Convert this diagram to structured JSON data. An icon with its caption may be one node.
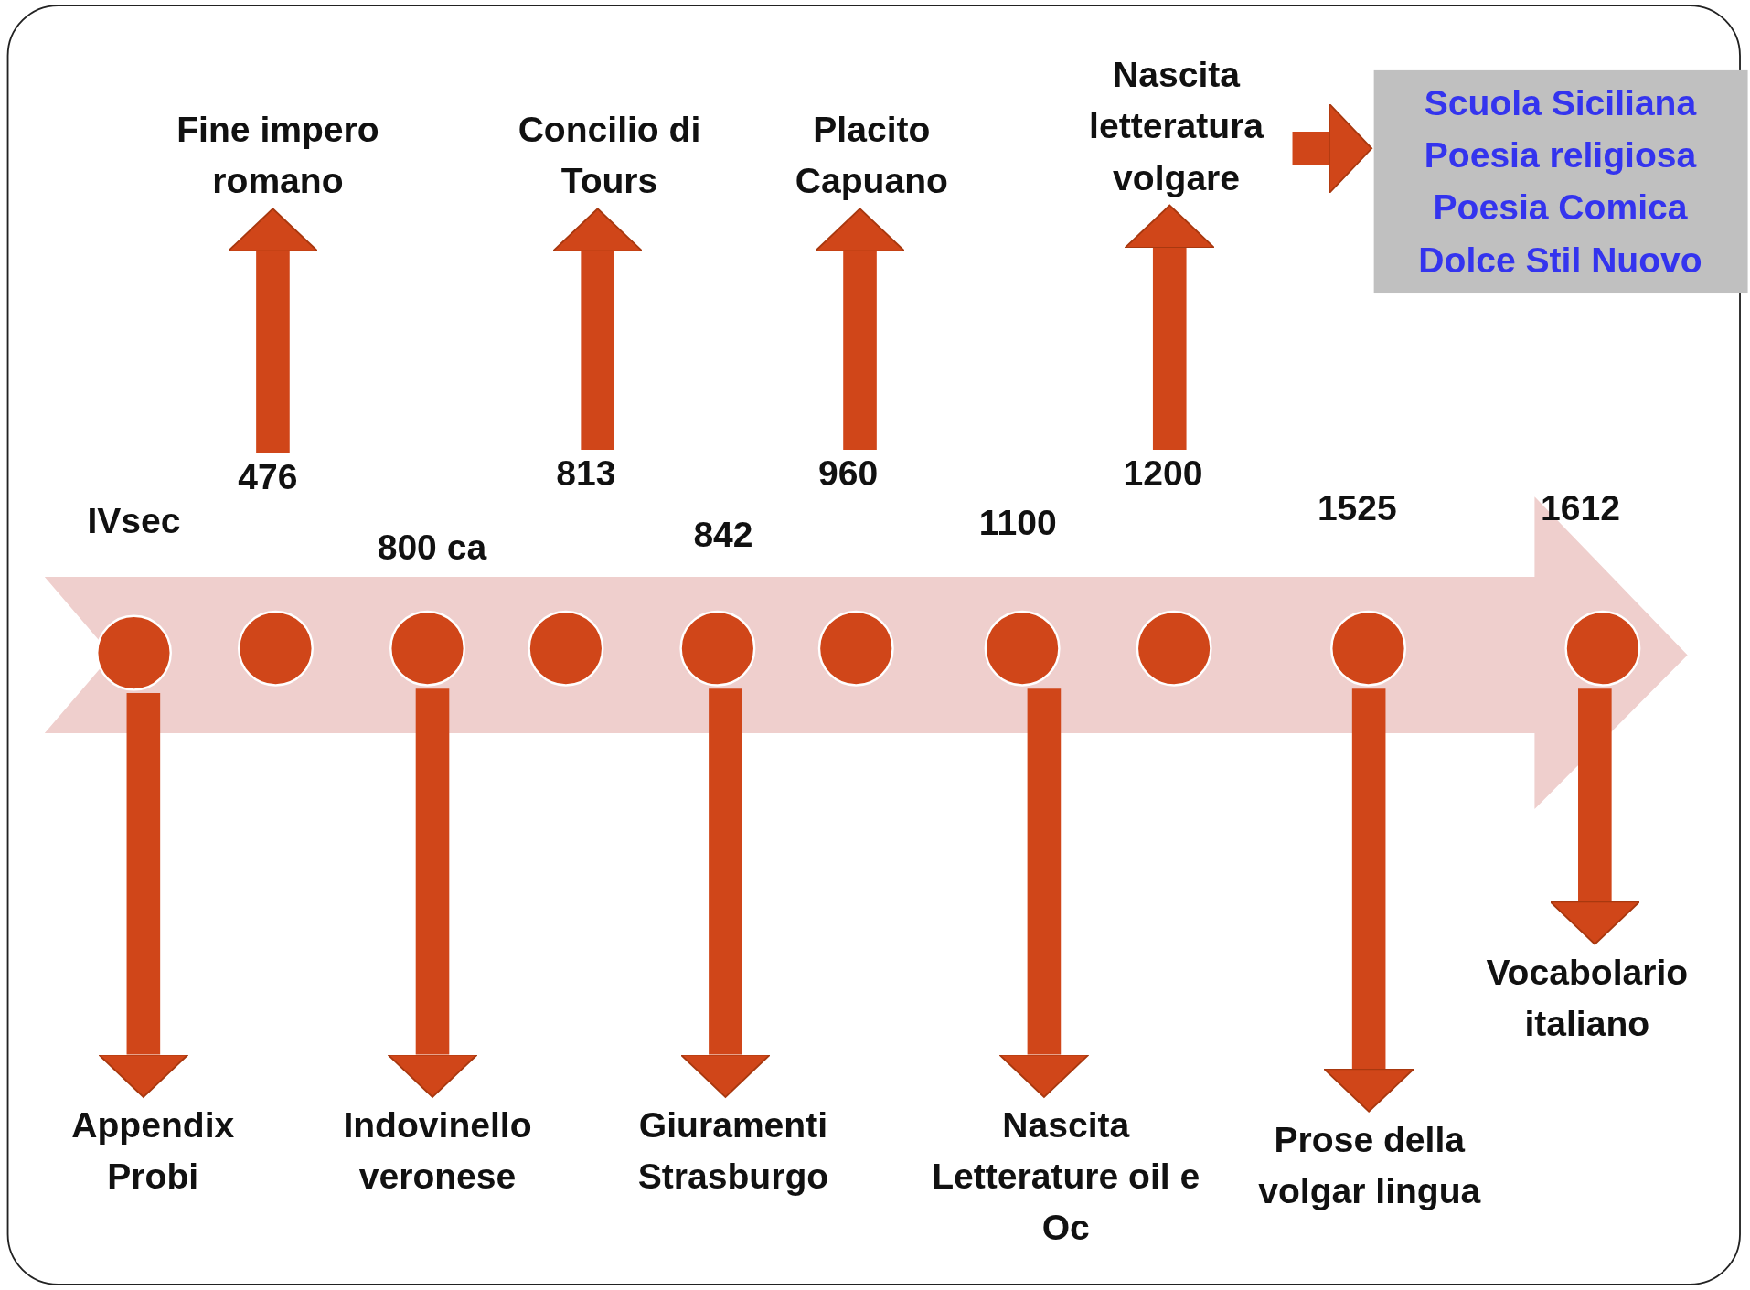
{
  "diagram": {
    "nodes": [
      {
        "text": [
          "Fine impero romano"
        ]
      },
      {
        "text": [
          "Concilio di Tours"
        ]
      },
      {
        "text": [
          "Placito Capuano"
        ]
      },
      {
        "text": [
          "Nascita letteratura volgare"
        ]
      },
      {
        "text": [
          "Scuola Siciliana",
          "Poesia religiosa",
          "Poesia Comica",
          "Dolce Stil Nuovo"
        ]
      },
      {
        "text": [
          "476"
        ]
      },
      {
        "text": [
          "813"
        ]
      },
      {
        "text": [
          "960"
        ]
      },
      {
        "text": [
          "1200"
        ]
      },
      {
        "text": [
          "IVsec"
        ]
      },
      {
        "text": [
          "800 ca"
        ]
      },
      {
        "text": [
          "842"
        ]
      },
      {
        "text": [
          "1100"
        ]
      },
      {
        "text": [
          "1525"
        ]
      },
      {
        "text": [
          "1612"
        ]
      },
      {
        "text": [],
        "shape": "circle"
      },
      {
        "text": [],
        "shape": "circle"
      },
      {
        "text": [],
        "shape": "circle"
      },
      {
        "text": [],
        "shape": "circle"
      },
      {
        "text": [],
        "shape": "circle"
      },
      {
        "text": [],
        "shape": "circle"
      },
      {
        "text": [],
        "shape": "circle"
      },
      {
        "text": [],
        "shape": "circle"
      },
      {
        "text": [],
        "shape": "circle"
      },
      {
        "text": [],
        "shape": "circle"
      },
      {
        "text": [
          "Vocabolario italiano"
        ]
      },
      {
        "text": [
          "Appendix Probi"
        ]
      },
      {
        "text": [
          "Indovinello veronese"
        ]
      },
      {
        "text": [
          "Giuramenti Strasburgo"
        ]
      },
      {
        "text": [
          "Nascita Letterature oil e Oc"
        ]
      },
      {
        "text": [
          "Prose della volgar lingua"
        ]
      }
    ],
    "edges": [
      {
        "from": 5,
        "to": 0,
        "arrow": "to"
      },
      {
        "from": 6,
        "to": 1,
        "arrow": "to"
      },
      {
        "from": 7,
        "to": 2,
        "arrow": "to"
      },
      {
        "from": 8,
        "to": 3,
        "arrow": "to"
      },
      {
        "from": 3,
        "to": 4,
        "arrow": "to"
      },
      {
        "from": 24,
        "to": 25,
        "arrow": "to"
      },
      {
        "from": 15,
        "to": 26,
        "arrow": "to"
      },
      {
        "from": 17,
        "to": 27,
        "arrow": "to"
      },
      {
        "from": 19,
        "to": 28,
        "arrow": "to"
      },
      {
        "from": 21,
        "to": 29,
        "arrow": "to"
      },
      {
        "from": 23,
        "to": 30,
        "arrow": "to"
      }
    ]
  }
}
